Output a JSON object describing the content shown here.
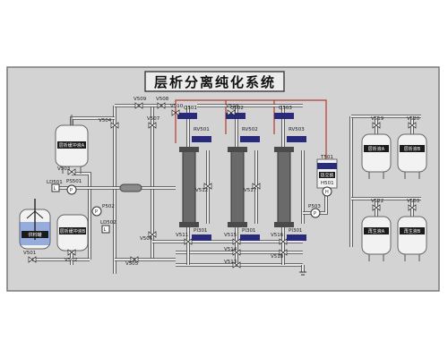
{
  "title": "层析分离纯化系统",
  "colors": {
    "panel": "#d3d3d3",
    "border": "#7a7a7a",
    "pipe": "#e8e8e8",
    "redline": "#b83a2e",
    "readout": "#2a2a7a"
  },
  "valves": [
    "V509",
    "V508",
    "V504",
    "V507",
    "V510",
    "V519",
    "V520",
    "V521",
    "V522",
    "V503",
    "V512",
    "V517",
    "V505",
    "V506",
    "V511",
    "V515",
    "V514",
    "V513",
    "V516",
    "V518",
    "V501",
    "V502"
  ],
  "flow": {
    "q1": "Q501",
    "q2": "Q502",
    "q3": "Q503"
  },
  "rv": {
    "r1": "RV501",
    "r2": "RV502",
    "r3": "RV503"
  },
  "pi": {
    "p1": "PI301",
    "p2": "PI301",
    "p3": "PI301"
  },
  "sensors": {
    "ld1": "LD501",
    "ld2": "LD502",
    "ps1": "PS501",
    "ps2": "P502",
    "ps3": "P503",
    "t": "T501",
    "hx": "H501"
  },
  "tanks": {
    "t1": "层析缓冲液A",
    "t2": "层析缓冲液B",
    "t3": "供料罐",
    "t4": "层析液A",
    "t5": "层析液B",
    "t6": "再生液A",
    "t7": "再生液B",
    "hxlabel": "热交换"
  }
}
